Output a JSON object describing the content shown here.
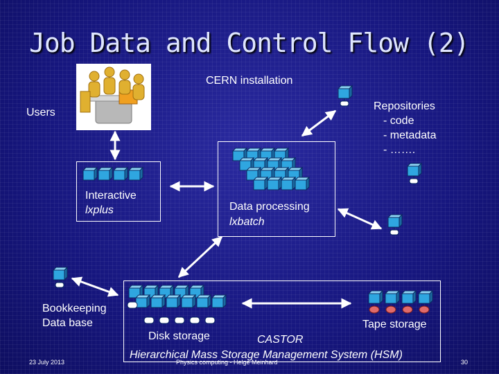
{
  "slide": {
    "title": "Job Data and Control Flow (2)",
    "installation": "CERN installation",
    "users": "Users",
    "repositories": [
      "Repositories",
      "- code",
      "- metadata",
      "- ……."
    ],
    "interactive": "Interactive",
    "lxplus": "lxplus",
    "processing": "Data processing",
    "lxbatch": "lxbatch",
    "bookkeeping": [
      "Bookkeeping",
      "Data base"
    ],
    "tape": "Tape storage",
    "disk": "Disk storage",
    "castor": "CASTOR",
    "hsm": "Hierarchical Mass Storage Management System (HSM)",
    "footer_date": "23 July 2013",
    "footer_source": "Physics computing - Helge Meinhard",
    "page": "30"
  },
  "colors": {
    "background": "#16167e",
    "server": "#2fa6e0",
    "tape": "#e06a6a"
  }
}
